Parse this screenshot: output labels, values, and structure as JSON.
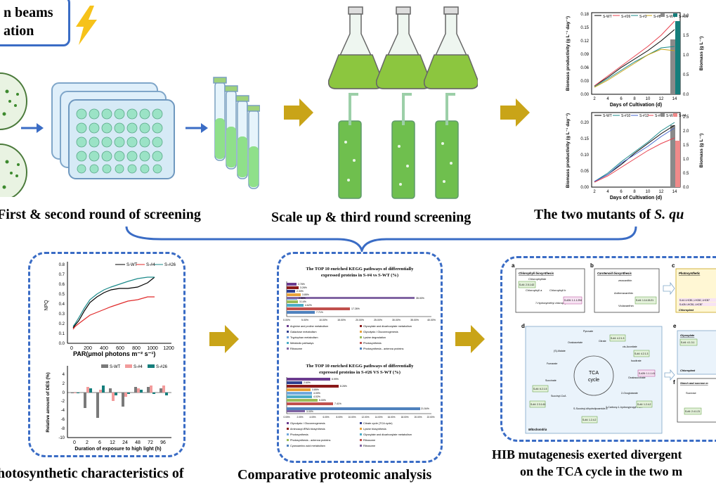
{
  "top_left_box": {
    "line1": "n beams",
    "line2": "ation"
  },
  "captions": {
    "screening12": "First & second round of screening",
    "scaleup": "Scale up & third round screening",
    "mutants_prefix": "The two mutants of",
    "mutants_species": "S. qu",
    "photosynthetic": "hotosynthetic characteristics of",
    "proteomic": "Comparative proteomic analysis",
    "hib_line1": "HIB mutagenesis exerted divergent",
    "hib_line2": "on the TCA cycle in the two m"
  },
  "colors": {
    "arrow": "#c9a418",
    "blue_arrow": "#3a6cc5",
    "dash_border": "#3a6cc5",
    "flask_green": "#8cc63f",
    "bolt": "#f6c21a"
  },
  "chart_top": {
    "ylabel_left": "Biomass productivity (g L⁻¹ day⁻¹)",
    "ylabel_right": "Biomass (g L⁻¹)",
    "xlabel": "Days of Cultivation (d)",
    "x_ticks": [
      "2",
      "4",
      "6",
      "8",
      "10",
      "12",
      "14"
    ],
    "y_ticks": [
      "0.00",
      "0.03",
      "0.06",
      "0.09",
      "0.12",
      "0.15",
      "0.18"
    ],
    "y2_ticks": [
      "0.0",
      "0.5",
      "1.0",
      "1.5",
      "2.0"
    ],
    "legend": [
      "S-WT",
      "S-#26",
      "S-#3",
      "S-#8",
      "S-WT",
      "S-#26"
    ]
  },
  "chart_mid": {
    "ylabel_left": "Biomass productivity (g L⁻¹ day⁻¹)",
    "ylabel_right": "Biomass (g L⁻¹)",
    "xlabel": "Days of Cultivation (d)",
    "x_ticks": [
      "2",
      "4",
      "6",
      "8",
      "10",
      "12",
      "14"
    ],
    "y_ticks": [
      "0.00",
      "0.05",
      "0.10",
      "0.15",
      "0.20"
    ],
    "y2_ticks": [
      "0.0",
      "0.5",
      "1.0",
      "1.5",
      "2.0",
      "2.5"
    ],
    "legend": [
      "S-WT",
      "S-#10",
      "S-#12",
      "S-#4",
      "S-WT",
      "S-#4"
    ]
  },
  "chart_npq": {
    "ylabel": "NPQ",
    "xlabel": "PAR(μmol photons m⁻² s⁻¹)",
    "x_ticks": [
      "0",
      "200",
      "400",
      "600",
      "800",
      "1000",
      "1200"
    ],
    "y_ticks": [
      "0.0",
      "0.1",
      "0.2",
      "0.3",
      "0.4",
      "0.5",
      "0.6",
      "0.7",
      "0.8"
    ],
    "legend": [
      "S-WT",
      "S-#4",
      "S-#26"
    ]
  },
  "chart_des": {
    "ylabel": "Relative amount of DES (%)",
    "xlabel": "Duration of exposure to high light (h)",
    "x_ticks": [
      "0",
      "2",
      "6",
      "12",
      "24",
      "48",
      "72",
      "96"
    ],
    "y_ticks": [
      "-10",
      "-8",
      "-6",
      "-4",
      "-2",
      "0",
      "2",
      "4"
    ],
    "legend": [
      "S-WT",
      "S-#4",
      "S-#26"
    ]
  },
  "kegg1": {
    "title_line1": "The TOP 10 enriched KEGG pathways of differentially",
    "title_line2": "expressed proteins in S-#4 vs S-WT (%)",
    "bar_labels": [
      "2.76%",
      "3.26%",
      "2.33%",
      "3.85%",
      "2.86%",
      "3.14%",
      "4.62%",
      "17.26%",
      "35.00%",
      "7.71%"
    ],
    "x_ticks": [
      "0.00%",
      "5.00%",
      "10.00%",
      "15.00%",
      "20.00%",
      "25.00%",
      "30.00%",
      "35.00%",
      "40.00%"
    ],
    "legend": [
      "Arginine and proline metabolism",
      "Glyoxylate and dicarboxylate metabolism",
      "Galactose metabolism",
      "Glycolysis / Gluconeogenesis",
      "Tryptophan metabolism",
      "Lysine degradation",
      "Metabolic pathways",
      "Photosynthesis",
      "Ribosome",
      "Photosynthesis - antenna proteins"
    ]
  },
  "kegg2": {
    "title_line1": "The TOP 10 enriched KEGG pathways of differentially",
    "title_line2": "expressed proteins in S-#26 VS S-WT (%)",
    "bar_labels": [
      "6.99%",
      "2.60%",
      "8.26%",
      "3.85%",
      "4.00%",
      "4.02%",
      "5.00%",
      "7.41%",
      "21.54%",
      "3.00%"
    ],
    "x_ticks": [
      "0.00%",
      "2.00%",
      "4.00%",
      "6.00%",
      "8.00%",
      "10.00%",
      "12.00%",
      "14.00%",
      "16.00%",
      "18.00%",
      "20.00%",
      "22.00%"
    ],
    "legend": [
      "Glycolysis / Gluconeogenesis",
      "Citrate cycle (TCA cycle)",
      "Aminoacyl-tRNA biosynthesis",
      "Lysine biosynthesis",
      "Photosynthesis",
      "Glyoxylate and dicarboxylate metabolism",
      "Photosynthesis - antenna proteins",
      "Ribosome",
      "Cyanoamino acid metabolism",
      "Ribosome"
    ]
  },
  "pathways": {
    "a": {
      "letter": "a",
      "title": "Chlorophyll biosynthesis",
      "n1": "Chlorophyllide",
      "n2": "Chlorophyll a",
      "n3": "Chlorophyll b",
      "n4": "7-Hydroxymethyl chlorophyll",
      "e1": "S-#4: 2.5.1.62",
      "e2": "S-#26: 1.1.1.294"
    },
    "b": {
      "letter": "b",
      "title": "Carotenoid biosynthesis",
      "n1": "zeaxanthin",
      "n2": "Antheraxanthin",
      "n3": "Violaxanthin",
      "e1": "S-#4: 1.14.15.21"
    },
    "c": {
      "letter": "c",
      "title": "Photosynthetic",
      "sub": "Chloroplast",
      "e1": "S-#4: LHCB1, LHCB2, LHCB7",
      "e2": "S-#26: LHCB1, LHCB7"
    },
    "d": {
      "letter": "d",
      "tca": "TCA",
      "cycle": "cycle",
      "label": "Mitochondria",
      "nodes": [
        "Pyruvate",
        "Citrate",
        "cis-Aconitate",
        "Isocitrate",
        "Oxalosuccinate",
        "2-Oxoglutarate",
        "3-Carboxy-1-hydroxypropyl-ThPP",
        "S-Succinyl-dihydrolipoamide-E",
        "Succinyl-CoA",
        "Succinate",
        "Fumarate",
        "(S)-Malate",
        "Oxaloacetate"
      ],
      "enzymes": [
        "S-#4: 4.2.1.3",
        "S-#4: 4.2.1.3",
        "S-#26: 1.1.1.41",
        "S-#4: 1.2.4.2",
        "S-#4: 1.2.4.2",
        "S-#4: 2.3.1.61",
        "S-#4: 6.2.1.5"
      ]
    },
    "e": {
      "letter": "e",
      "title": "Glyoxylate",
      "e1": "S-#4: 4.1.3.1",
      "sub": "Chloroplast"
    },
    "f": {
      "letter": "f",
      "title": "Starch and sucrose m",
      "n1": "Sucrose",
      "e1": "S-#4: 2.4.1.21"
    }
  }
}
